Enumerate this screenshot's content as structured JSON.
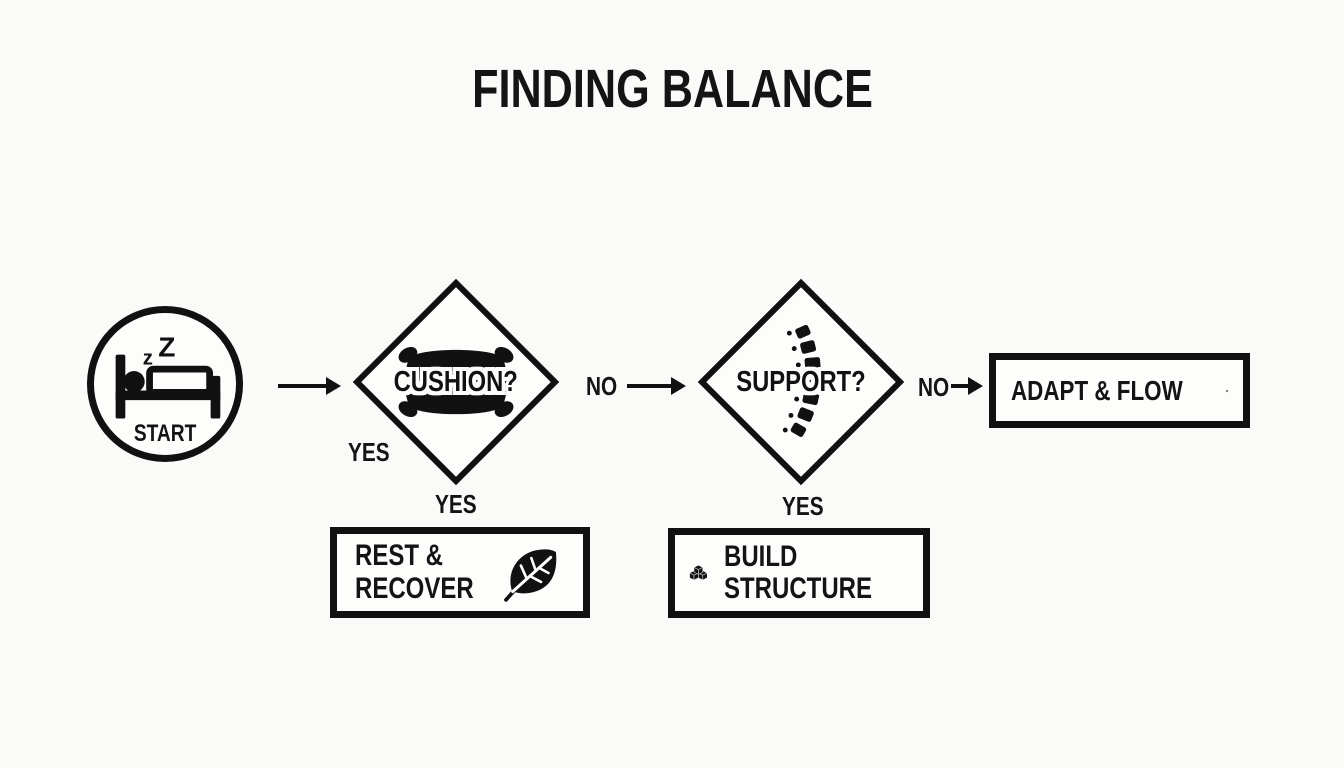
{
  "title": "FINDING BALANCE",
  "colors": {
    "background": "#fafaf9",
    "ink": "#111111"
  },
  "start": {
    "label": "START",
    "icon": "sleeping-bed-icon",
    "zzz_small": "z",
    "zzz_large": "Z"
  },
  "decisions": {
    "cushion": {
      "label": "CUSHION?",
      "icon": "pillow-icon"
    },
    "support": {
      "label": "SUPPORT?",
      "icon": "spine-icon"
    }
  },
  "edges": {
    "cushion_no": "NO",
    "cushion_yes_side": "YES",
    "cushion_yes_below": "YES",
    "support_no": "NO",
    "support_yes_below": "YES"
  },
  "outcomes": {
    "rest": {
      "line1": "REST &",
      "line2": "RECOVER",
      "icon": "leaf-icon"
    },
    "build": {
      "line1": "BUILD",
      "line2": "STRUCTURE",
      "icon": "stacked-cubes-icon"
    },
    "adapt": {
      "label": "ADAPT & FLOW",
      "icon": "wave-icon"
    }
  }
}
